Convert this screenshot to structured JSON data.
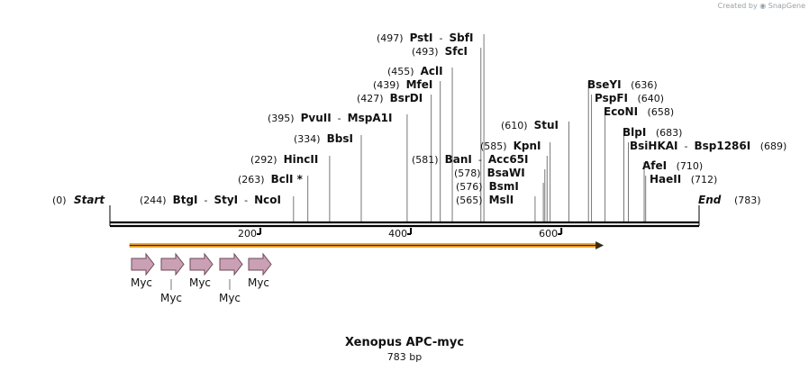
{
  "credit": {
    "prefix": "Created by",
    "brand": "SnapGene"
  },
  "sequence": {
    "name": "Xenopus APC-myc",
    "length_label": "783 bp",
    "length": 783
  },
  "ends": {
    "start": {
      "pos": "(0)",
      "label": "Start"
    },
    "end": {
      "pos": "(783)",
      "label": "End"
    }
  },
  "ruler": {
    "ticks": [
      200,
      400,
      600
    ]
  },
  "sites": [
    {
      "name": "PstI",
      "pos": 497,
      "extra": "SbfI"
    },
    {
      "name": "SfcI",
      "pos": 493
    },
    {
      "name": "AclI",
      "pos": 455
    },
    {
      "name": "MfeI",
      "pos": 439
    },
    {
      "name": "BsrDI",
      "pos": 427
    },
    {
      "name": "PvuII",
      "pos": 395,
      "extra": "MspA1I"
    },
    {
      "name": "BbsI",
      "pos": 334
    },
    {
      "name": "HincII",
      "pos": 292
    },
    {
      "name": "BclI *",
      "pos": 263
    },
    {
      "name": "BtgI",
      "pos": 244,
      "extra": "StyI",
      "extra2": "NcoI"
    },
    {
      "name": "StuI",
      "pos": 610
    },
    {
      "name": "KpnI",
      "pos": 585
    },
    {
      "name": "BanI",
      "pos": 581,
      "extra": "Acc65I"
    },
    {
      "name": "BsaWI",
      "pos": 578
    },
    {
      "name": "BsmI",
      "pos": 576
    },
    {
      "name": "MslI",
      "pos": 565
    },
    {
      "name": "BseYI",
      "pos": 636
    },
    {
      "name": "PspFI",
      "pos": 640
    },
    {
      "name": "EcoNI",
      "pos": 658
    },
    {
      "name": "BlpI",
      "pos": 683
    },
    {
      "name": "BsiHKAI",
      "pos": 689,
      "extra": "Bsp1286I"
    },
    {
      "name": "AfeI",
      "pos": 710
    },
    {
      "name": "HaeII",
      "pos": 712
    }
  ],
  "orf": {
    "start": 26,
    "end": 655
  },
  "features": [
    {
      "label": "Myc"
    },
    {
      "label": "Myc"
    },
    {
      "label": "Myc"
    },
    {
      "label": "Myc"
    },
    {
      "label": "Myc"
    }
  ],
  "colors": {
    "backbone": "#000000",
    "orf": "#f0a830",
    "feature_fill": "#c9a0b4",
    "feature_stroke": "#6e4a5a",
    "line": "#777777"
  }
}
